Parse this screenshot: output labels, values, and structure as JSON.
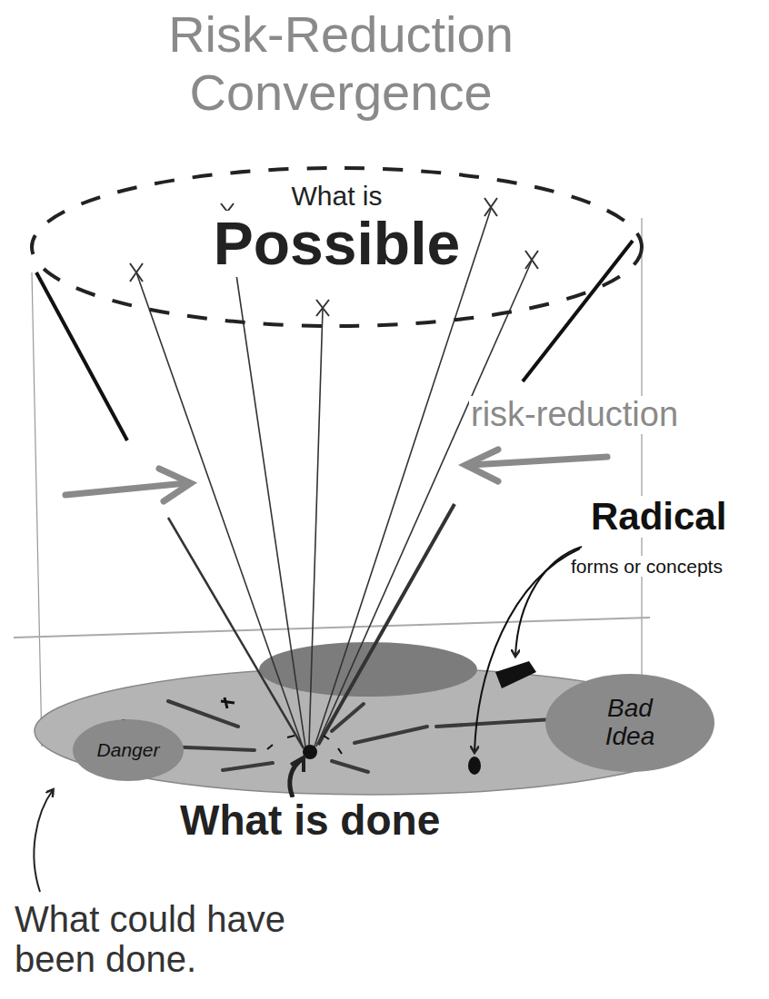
{
  "diagram": {
    "title": "Risk-Reduction Convergence",
    "nodes": [
      {
        "text": [
          "What is",
          "Possible"
        ]
      },
      {
        "text": [
          "Danger"
        ]
      },
      {
        "text": [
          "Bad Idea"
        ]
      }
    ],
    "labels": [
      "risk-reduction",
      "Radical",
      "forms or concepts",
      "What is done",
      "What could have been done."
    ]
  }
}
